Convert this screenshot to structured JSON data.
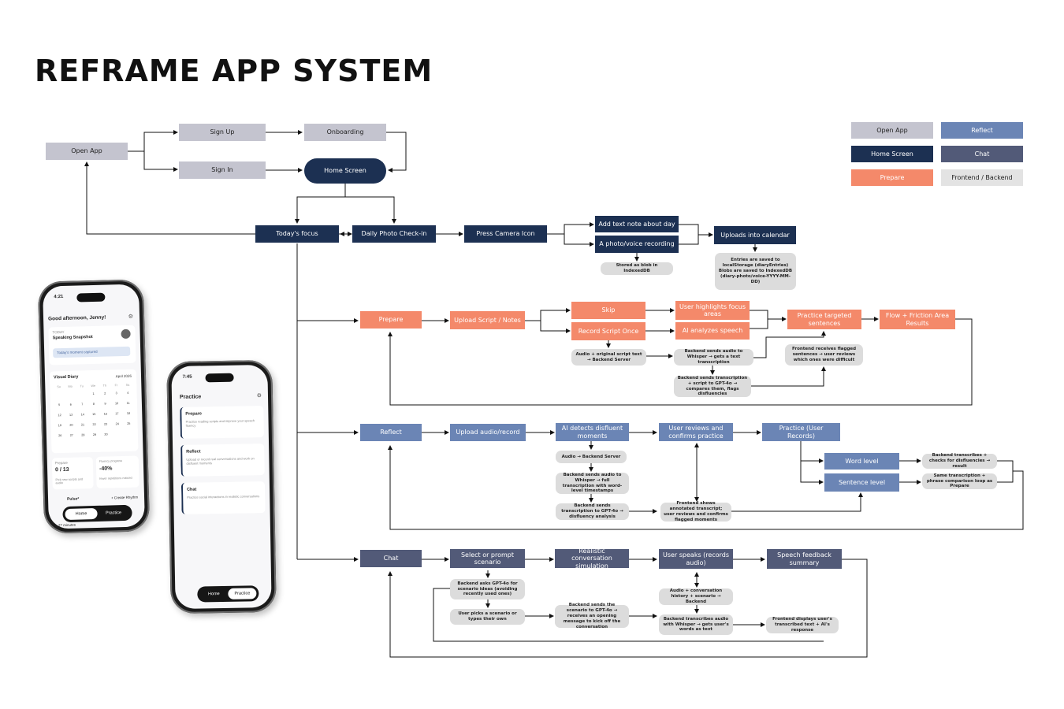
{
  "title": "REFRAME APP SYSTEM",
  "legend": {
    "open_app": "Open App",
    "reflect": "Reflect",
    "home_screen": "Home Screen",
    "chat": "Chat",
    "prepare": "Prepare",
    "frontend_backend": "Frontend / Backend"
  },
  "colors": {
    "open": "#c4c4cf",
    "home": "#1c3052",
    "prepare": "#f4896a",
    "reflect": "#6b85b5",
    "chat": "#525a78",
    "note": "#dcdcdc"
  },
  "nodes": {
    "open_app": "Open App",
    "sign_up": "Sign Up",
    "sign_in": "Sign In",
    "onboarding": "Onboarding",
    "home_screen": "Home Screen",
    "todays_focus": "Today's focus",
    "daily_photo": "Daily Photo Check-in",
    "press_camera": "Press Camera Icon",
    "add_text_note": "Add text note about day",
    "photo_voice": "A photo/voice recording",
    "uploads_calendar": "Uploads into calendar",
    "stored_blob": "Stored as blob in IndexedDB",
    "entries_saved": "Entries are saved to localStorage (diaryEntries)\nBlobs are saved to IndexedDB (diary-photo/voice-YYYY-MM-DD)",
    "prepare": "Prepare",
    "upload_script": "Upload Script / Notes",
    "skip": "Skip",
    "record_script": "Record Script Once",
    "user_highlights": "User highlights focus areas",
    "ai_analyzes": "AI analyzes speech",
    "practice_targeted": "Practice targeted sentences",
    "flow_friction": "Flow + Friction Area Results",
    "audio_original": "Audio + original script text → Backend Server",
    "backend_whisper_prep": "Backend sends audio to Whisper → gets a text transcription",
    "backend_gpt_prep": "Backend sends transcription + script to GPT-4o → compares them, flags disfluencies",
    "frontend_flagged": "Frontend receives flagged sentences → user reviews which ones were difficult",
    "reflect": "Reflect",
    "upload_audio": "Upload audio/record",
    "ai_detects": "AI detects disfluent moments",
    "user_reviews": "User reviews and confirms practice",
    "practice_user": "Practice (User Records)",
    "word_level": "Word level",
    "sentence_level": "Sentence level",
    "audio_backend": "Audio → Backend Server",
    "backend_whisper_refl": "Backend sends audio to Whisper → full transcription with word-level timestamps",
    "backend_gpt_refl": "Backend sends transcription to GPT-4o → disfluency analysis",
    "frontend_annotated": "Frontend shows annotated transcript; user reviews and confirms flagged moments",
    "backend_transcribes": "Backend transcribes + checks for disfluencies → result",
    "same_transcription": "Same transcription + phrase comparison loop as Prepare",
    "chat": "Chat",
    "select_prompt": "Select or prompt scenario",
    "realistic_conv": "Realistic conversation simulation",
    "user_speaks": "User speaks (records audio)",
    "speech_feedback": "Speech feedback summary",
    "backend_asks": "Backend asks GPT-4o for scenario ideas (avoiding recently used ones)",
    "user_picks": "User picks a scenario or types their own",
    "backend_sends_scn": "Backend sends the scenario to GPT-4o → receives an opening message to kick off the conversation",
    "audio_conv": "Audio + conversation history + scenario → Backend",
    "backend_transcribes_chat": "Backend transcribes audio with Whisper → gets user's words as text",
    "frontend_displays": "Frontend displays user's transcribed text + AI's response"
  },
  "phone1": {
    "time": "4:21",
    "greeting": "Good afternoon, Jenny!",
    "today": "TODAY",
    "snapshot": "Speaking Snapshot",
    "moment": "Today's moment captured",
    "visual_diary": "Visual Diary",
    "month": "April 2026",
    "weekdays": [
      "Su",
      "Mo",
      "Tu",
      "We",
      "Th",
      "Fr",
      "Sa"
    ],
    "days": [
      "1",
      "2",
      "3",
      "4",
      "5",
      "6",
      "7",
      "8",
      "9",
      "10",
      "11",
      "12",
      "13",
      "14",
      "15",
      "16",
      "17",
      "18",
      "19",
      "20",
      "21",
      "22",
      "23",
      "24",
      "25",
      "26",
      "27",
      "28",
      "29",
      "30"
    ],
    "prepare_label": "Prepare",
    "prepare_count": "0 / 13",
    "prepare_sub": "Pick new scripts and audio",
    "fluency_label": "Fluency progress",
    "fluency_value": "-40%",
    "fluency_sub": "fewer repetitions noticed",
    "pulse": "Pulse*",
    "create_rhythm": "+ Create Rhythm",
    "minutes": "27 minutes",
    "nav_home": "Home",
    "nav_practice": "Practice"
  },
  "phone2": {
    "time": "7:45",
    "title": "Practice",
    "items": [
      {
        "title": "Prepare",
        "sub": "Practice reading scripts and improve your speech fluency"
      },
      {
        "title": "Reflect",
        "sub": "Upload or record real conversations and work on disfluent moments"
      },
      {
        "title": "Chat",
        "sub": "Practice social interactions in realistic conversations"
      }
    ],
    "nav_home": "Home",
    "nav_practice": "Practice"
  }
}
